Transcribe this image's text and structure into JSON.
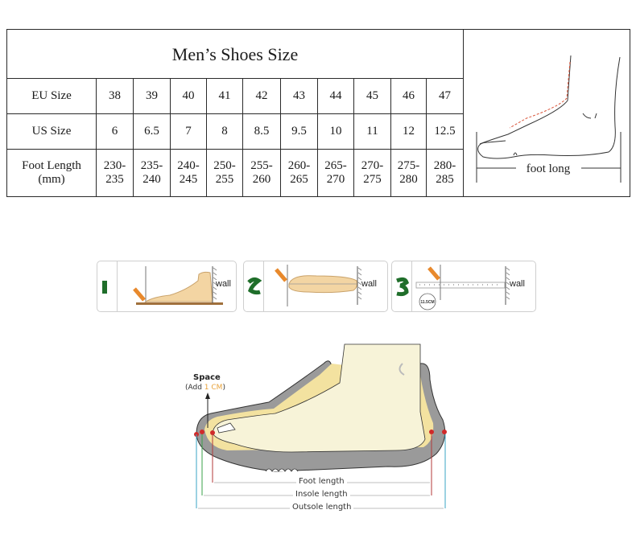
{
  "size_chart": {
    "title": "Men’s Shoes Size",
    "rows": [
      {
        "label": "EU Size",
        "values": [
          "38",
          "39",
          "40",
          "41",
          "42",
          "43",
          "44",
          "45",
          "46",
          "47"
        ]
      },
      {
        "label": "US Size",
        "values": [
          "6",
          "6.5",
          "7",
          "8",
          "8.5",
          "9.5",
          "10",
          "11",
          "12",
          "12.5"
        ]
      },
      {
        "label": "Foot Length",
        "label_sub": "(mm)",
        "values": [
          [
            "230-",
            "235"
          ],
          [
            "235-",
            "240"
          ],
          [
            "240-",
            "245"
          ],
          [
            "250-",
            "255"
          ],
          [
            "255-",
            "260"
          ],
          [
            "260-",
            "265"
          ],
          [
            "265-",
            "270"
          ],
          [
            "270-",
            "275"
          ],
          [
            "275-",
            "280"
          ],
          [
            "280-",
            "285"
          ]
        ]
      }
    ],
    "foot_diagram_label": "foot long"
  },
  "measure_steps": [
    {
      "number": "1",
      "wall_label": "wall"
    },
    {
      "number": "2",
      "wall_label": "wall"
    },
    {
      "number": "3",
      "wall_label": "wall",
      "ruler_badge": "11.5CM"
    }
  ],
  "shoe_diagram": {
    "space_title": "Space",
    "space_prefix": "(Add ",
    "space_accent": "1 CM",
    "space_suffix": ")",
    "foot_length": "Foot length",
    "insole_length": "Insole length",
    "outsole_length": "Outsole length"
  },
  "colors": {
    "border": "#2a2a2a",
    "dashed_line": "#d9553a",
    "step_number": "#1f6e2a",
    "pencil": "#e8892c",
    "foot_skin": "#f3d5a3",
    "shoe_grey": "#9a9a9a",
    "insole_yellow": "#f3e2a0",
    "foot_cream": "#f7f3d8",
    "accent_orange": "#e8a23a",
    "foot_line": "#b33a3a",
    "insole_line": "#3aa04a",
    "outsole_line": "#3aa6c4"
  }
}
